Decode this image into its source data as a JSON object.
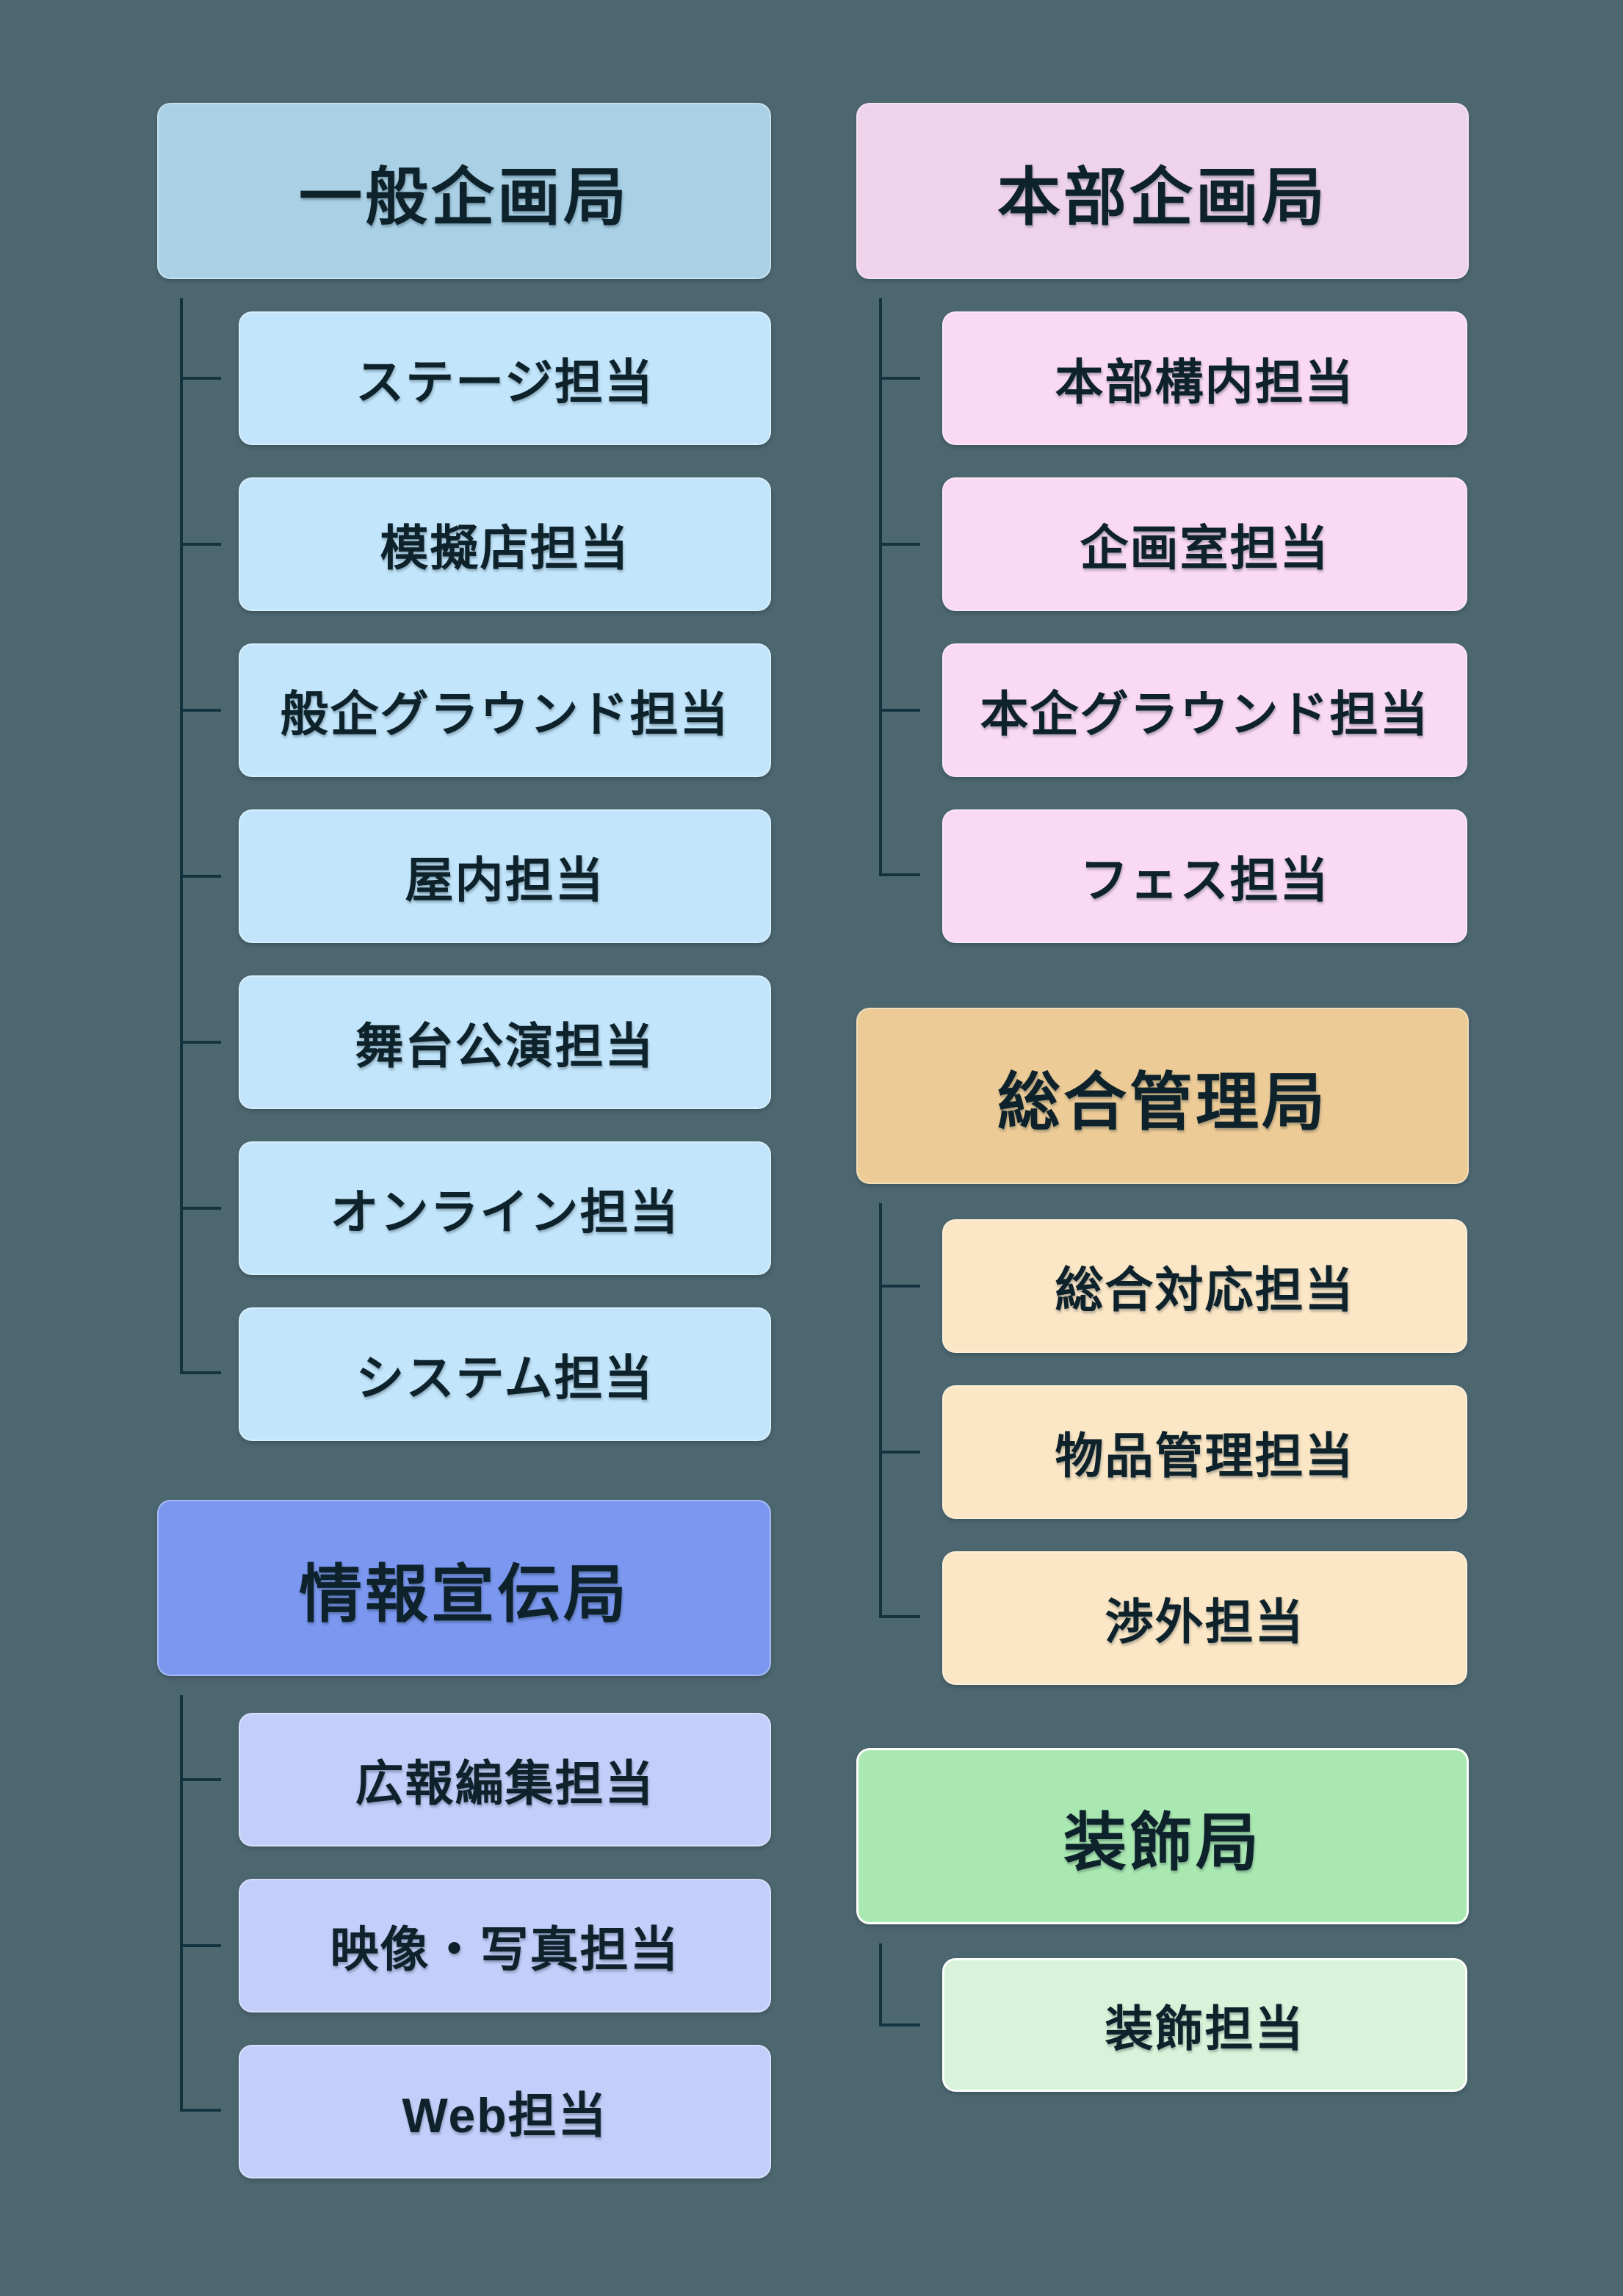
{
  "canvas": {
    "background_color": "#4d6770",
    "text_color": "#0e222b",
    "connector_color": "#143340"
  },
  "org_chart": {
    "groups": [
      {
        "id": "general-planning-bureau",
        "label": "一般企画局",
        "header_bg": "#a9d0e5",
        "child_bg": "#c2e5fb",
        "children": [
          "ステージ担当",
          "模擬店担当",
          "般企グラウンド担当",
          "屋内担当",
          "舞台公演担当",
          "オンライン担当",
          "システム担当"
        ]
      },
      {
        "id": "hq-planning-bureau",
        "label": "本部企画局",
        "header_bg": "#eed3ea",
        "child_bg": "#fad9f4",
        "children": [
          "本部構内担当",
          "企画室担当",
          "本企グラウンド担当",
          "フェス担当"
        ]
      },
      {
        "id": "information-pr-bureau",
        "label": "情報宣伝局",
        "header_bg": "#7b97f0",
        "child_bg": "#c4cefa",
        "children": [
          "広報編集担当",
          "映像・写真担当",
          "Web担当"
        ]
      },
      {
        "id": "general-admin-bureau",
        "label": "総合管理局",
        "header_bg": "#eccb96",
        "child_bg": "#fbe6c5",
        "children": [
          "総合対応担当",
          "物品管理担当",
          "渉外担当"
        ]
      },
      {
        "id": "decoration-bureau",
        "label": "装飾局",
        "header_bg": "#aae8b2",
        "child_bg": "#d9f3da",
        "children": [
          "装飾担当"
        ]
      }
    ]
  }
}
